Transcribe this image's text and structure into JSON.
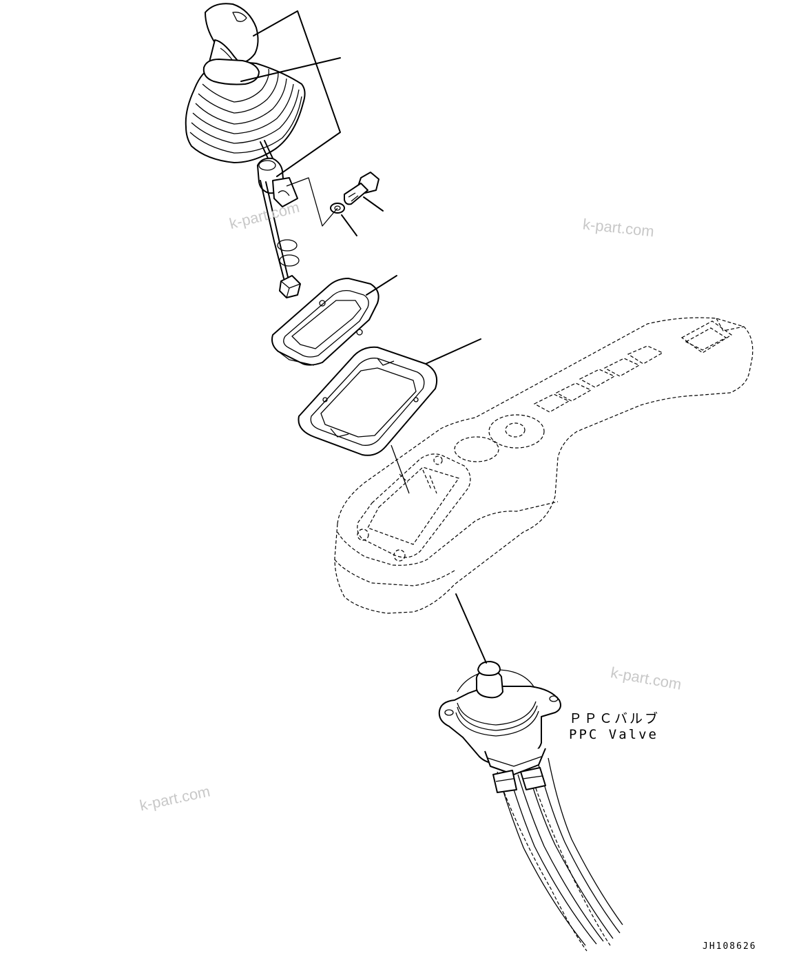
{
  "diagram": {
    "components": [
      "lever-knob",
      "lever-boot",
      "lever-rod",
      "bolt",
      "washer",
      "boot-retainer-plate",
      "boot-seal-plate",
      "console-armrest",
      "ppc-valve",
      "hydraulic-hoses"
    ]
  },
  "labels": {
    "ppc_valve_jp": "ＰＰＣバルブ",
    "ppc_valve_en": "PPC Valve",
    "drawing_id": "JH108626"
  },
  "watermarks": [
    "k-part.com",
    "k-part.com",
    "k-part.com",
    "k-part.com"
  ]
}
